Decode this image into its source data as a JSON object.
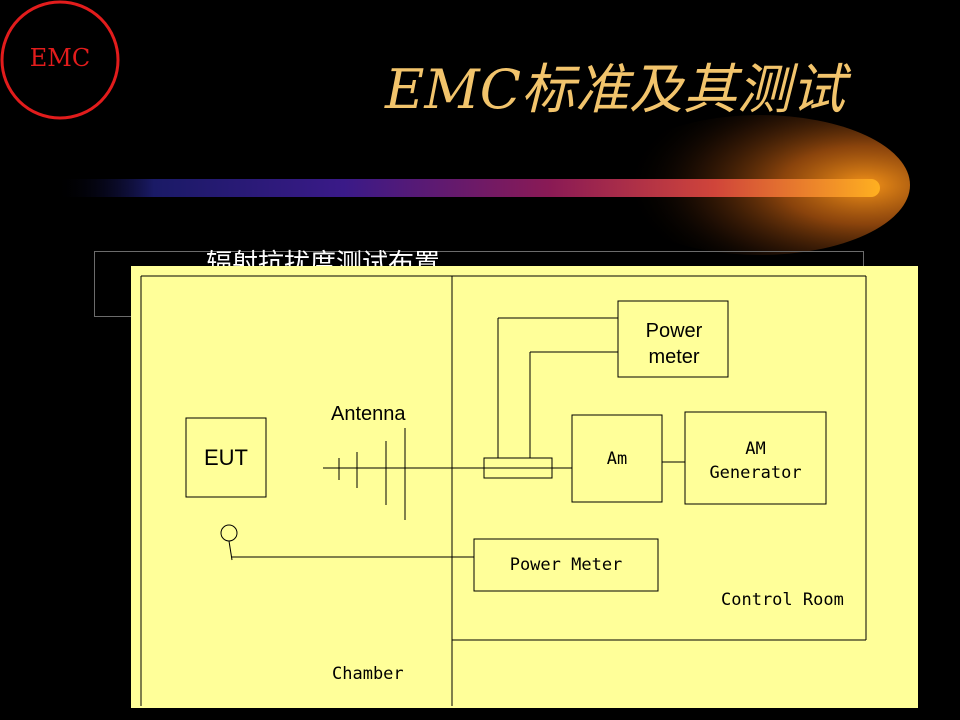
{
  "slide": {
    "badge": "EMC",
    "title": "EMC标准及其测试",
    "subtitle_partial": "辐射抗扰度测试布置"
  },
  "diagram": {
    "eut": "EUT",
    "antenna": "Antenna",
    "power_meter_top": "Power meter",
    "amplifier": "Am",
    "am_generator": "AM Generator",
    "power_meter_bottom": "Power Meter",
    "control_room": "Control Room",
    "chamber": "Chamber"
  }
}
